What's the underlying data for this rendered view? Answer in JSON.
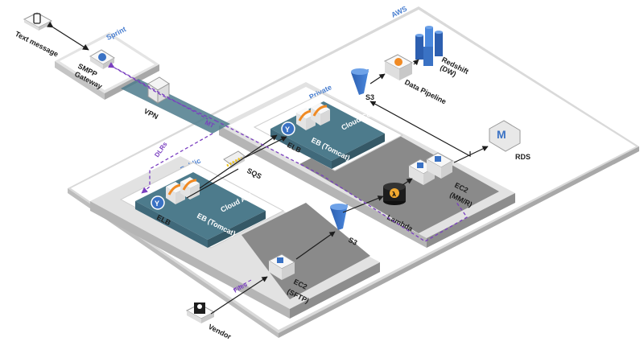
{
  "zones": {
    "aws": "AWS",
    "sprint": "Sprint",
    "private": "Private",
    "public": "Public",
    "cloud_consumer": "Cloud Consumer",
    "cloud_api": "Cloud API"
  },
  "nodes": {
    "text_message": "Text message",
    "smpp_gateway_1": "SMPP",
    "smpp_gateway_2": "Gateway",
    "vpn": "VPN",
    "redshift_1": "Redshift",
    "redshift_2": "(DW)",
    "data_pipeline": "Data Pipeline",
    "s3_top": "S3",
    "s3_bottom": "S3",
    "rds": "RDS",
    "elb_top": "ELB",
    "eb_tomcat_top": "EB (Tomcat)",
    "elb_bottom": "ELB",
    "eb_tomcat_bottom": "EB (Tomcat)",
    "sqs": "SQS",
    "lambda": "Lambda",
    "ec2_mmr_1": "EC2",
    "ec2_mmr_2": "(MM/R)",
    "ec2_sftp_1": "EC2",
    "ec2_sftp_2": "(SFTP)",
    "vendor": "Vendor"
  },
  "flows": {
    "mt": "MT",
    "dlrs": "DLRs",
    "files": "Files"
  },
  "colors": {
    "accent_blue": "#3a72c4",
    "aws_orange": "#f08a24",
    "teal_panel": "#4d7b8c",
    "purple_flow": "#7a3fc0",
    "dark_panel": "#6d6d6d"
  }
}
